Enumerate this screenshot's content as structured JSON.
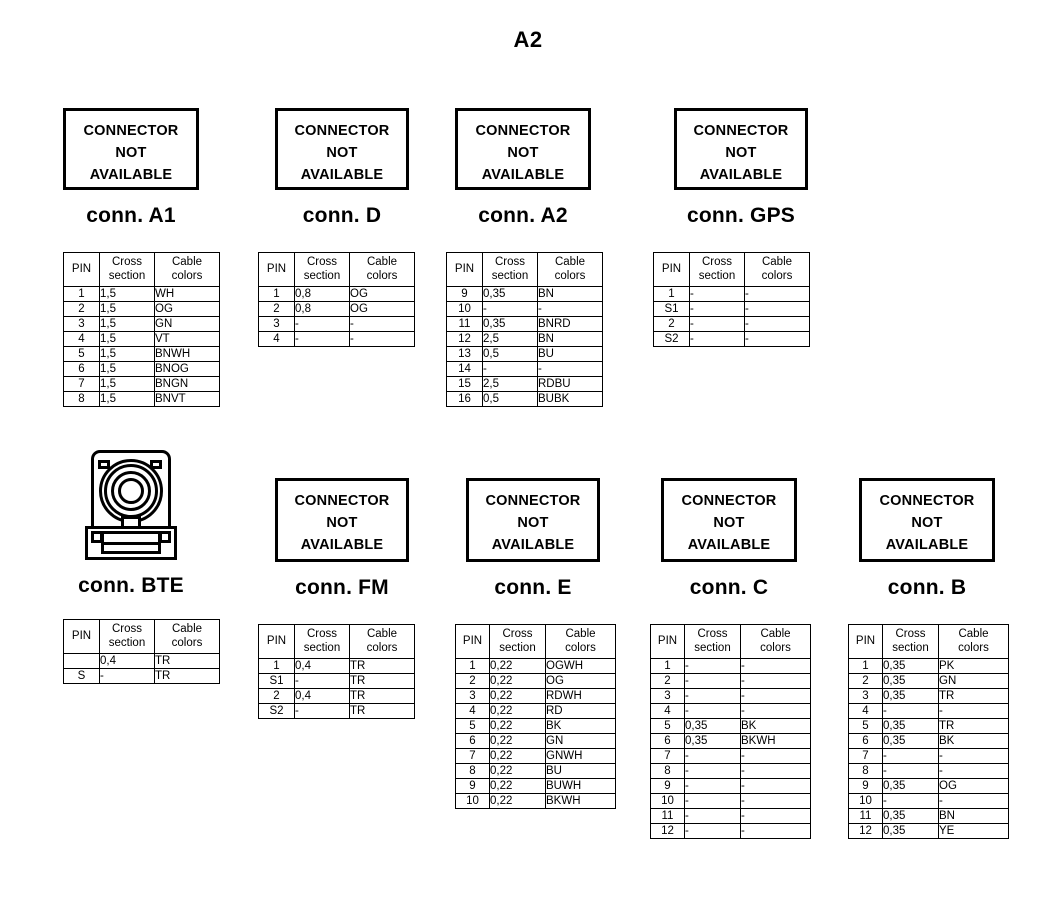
{
  "title": "A2",
  "not_available_box": {
    "line1": "CONNECTOR",
    "line2": "NOT",
    "line3": "AVAILABLE"
  },
  "table_headers": {
    "pin": "PIN",
    "cross_1": "Cross",
    "cross_2": "section",
    "cable_1": "Cable",
    "cable_2": "colors"
  },
  "connectors": [
    {
      "id": "a1",
      "label": "conn. A1",
      "artwork": "not-available",
      "rows": [
        {
          "pin": "1",
          "section": "1,5",
          "color": "WH"
        },
        {
          "pin": "2",
          "section": "1,5",
          "color": "OG"
        },
        {
          "pin": "3",
          "section": "1,5",
          "color": "GN"
        },
        {
          "pin": "4",
          "section": "1,5",
          "color": "VT"
        },
        {
          "pin": "5",
          "section": "1,5",
          "color": "BNWH"
        },
        {
          "pin": "6",
          "section": "1,5",
          "color": "BNOG"
        },
        {
          "pin": "7",
          "section": "1,5",
          "color": "BNGN"
        },
        {
          "pin": "8",
          "section": "1,5",
          "color": "BNVT"
        }
      ]
    },
    {
      "id": "d",
      "label": "conn. D",
      "artwork": "not-available",
      "rows": [
        {
          "pin": "1",
          "section": "0,8",
          "color": "OG"
        },
        {
          "pin": "2",
          "section": "0,8",
          "color": "OG"
        },
        {
          "pin": "3",
          "section": "-",
          "color": "-"
        },
        {
          "pin": "4",
          "section": "-",
          "color": "-"
        }
      ]
    },
    {
      "id": "a2",
      "label": "conn. A2",
      "artwork": "not-available",
      "rows": [
        {
          "pin": "9",
          "section": "0,35",
          "color": "BN"
        },
        {
          "pin": "10",
          "section": "-",
          "color": "-"
        },
        {
          "pin": "11",
          "section": "0,35",
          "color": "BNRD"
        },
        {
          "pin": "12",
          "section": "2,5",
          "color": "BN"
        },
        {
          "pin": "13",
          "section": "0,5",
          "color": "BU"
        },
        {
          "pin": "14",
          "section": "-",
          "color": "-"
        },
        {
          "pin": "15",
          "section": "2,5",
          "color": "RDBU"
        },
        {
          "pin": "16",
          "section": "0,5",
          "color": "BUBK"
        }
      ]
    },
    {
      "id": "gps",
      "label": "conn. GPS",
      "artwork": "not-available",
      "rows": [
        {
          "pin": "1",
          "section": "-",
          "color": "-"
        },
        {
          "pin": "S1",
          "section": "-",
          "color": "-"
        },
        {
          "pin": "2",
          "section": "-",
          "color": "-"
        },
        {
          "pin": "S2",
          "section": "-",
          "color": "-"
        }
      ]
    },
    {
      "id": "bte",
      "label": "conn. BTE",
      "artwork": "coaxial-connector",
      "rows": [
        {
          "pin": "",
          "section": "0,4",
          "color": "TR"
        },
        {
          "pin": "S",
          "section": "-",
          "color": "TR"
        }
      ]
    },
    {
      "id": "fm",
      "label": "conn. FM",
      "artwork": "not-available",
      "rows": [
        {
          "pin": "1",
          "section": "0,4",
          "color": "TR"
        },
        {
          "pin": "S1",
          "section": "-",
          "color": "TR"
        },
        {
          "pin": "2",
          "section": "0,4",
          "color": "TR"
        },
        {
          "pin": "S2",
          "section": "-",
          "color": "TR"
        }
      ]
    },
    {
      "id": "e",
      "label": "conn. E",
      "artwork": "not-available",
      "rows": [
        {
          "pin": "1",
          "section": "0,22",
          "color": "OGWH"
        },
        {
          "pin": "2",
          "section": "0,22",
          "color": "OG"
        },
        {
          "pin": "3",
          "section": "0,22",
          "color": "RDWH"
        },
        {
          "pin": "4",
          "section": "0,22",
          "color": "RD"
        },
        {
          "pin": "5",
          "section": "0,22",
          "color": "BK"
        },
        {
          "pin": "6",
          "section": "0,22",
          "color": "GN"
        },
        {
          "pin": "7",
          "section": "0,22",
          "color": "GNWH"
        },
        {
          "pin": "8",
          "section": "0,22",
          "color": "BU"
        },
        {
          "pin": "9",
          "section": "0,22",
          "color": "BUWH"
        },
        {
          "pin": "10",
          "section": "0,22",
          "color": "BKWH"
        }
      ]
    },
    {
      "id": "c",
      "label": "conn. C",
      "artwork": "not-available",
      "rows": [
        {
          "pin": "1",
          "section": "-",
          "color": "-"
        },
        {
          "pin": "2",
          "section": "-",
          "color": "-"
        },
        {
          "pin": "3",
          "section": "-",
          "color": "-"
        },
        {
          "pin": "4",
          "section": "-",
          "color": "-"
        },
        {
          "pin": "5",
          "section": "0,35",
          "color": "BK"
        },
        {
          "pin": "6",
          "section": "0,35",
          "color": "BKWH"
        },
        {
          "pin": "7",
          "section": "-",
          "color": "-"
        },
        {
          "pin": "8",
          "section": "-",
          "color": "-"
        },
        {
          "pin": "9",
          "section": "-",
          "color": "-"
        },
        {
          "pin": "10",
          "section": "-",
          "color": "-"
        },
        {
          "pin": "11",
          "section": "-",
          "color": "-"
        },
        {
          "pin": "12",
          "section": "-",
          "color": "-"
        }
      ]
    },
    {
      "id": "b",
      "label": "conn. B",
      "artwork": "not-available",
      "rows": [
        {
          "pin": "1",
          "section": "0,35",
          "color": "PK"
        },
        {
          "pin": "2",
          "section": "0,35",
          "color": "GN"
        },
        {
          "pin": "3",
          "section": "0,35",
          "color": "TR"
        },
        {
          "pin": "4",
          "section": "-",
          "color": "-"
        },
        {
          "pin": "5",
          "section": "0,35",
          "color": "TR"
        },
        {
          "pin": "6",
          "section": "0,35",
          "color": "BK"
        },
        {
          "pin": "7",
          "section": "-",
          "color": "-"
        },
        {
          "pin": "8",
          "section": "-",
          "color": "-"
        },
        {
          "pin": "9",
          "section": "0,35",
          "color": "OG"
        },
        {
          "pin": "10",
          "section": "-",
          "color": "-"
        },
        {
          "pin": "11",
          "section": "0,35",
          "color": "BN"
        },
        {
          "pin": "12",
          "section": "0,35",
          "color": "YE"
        }
      ]
    }
  ]
}
